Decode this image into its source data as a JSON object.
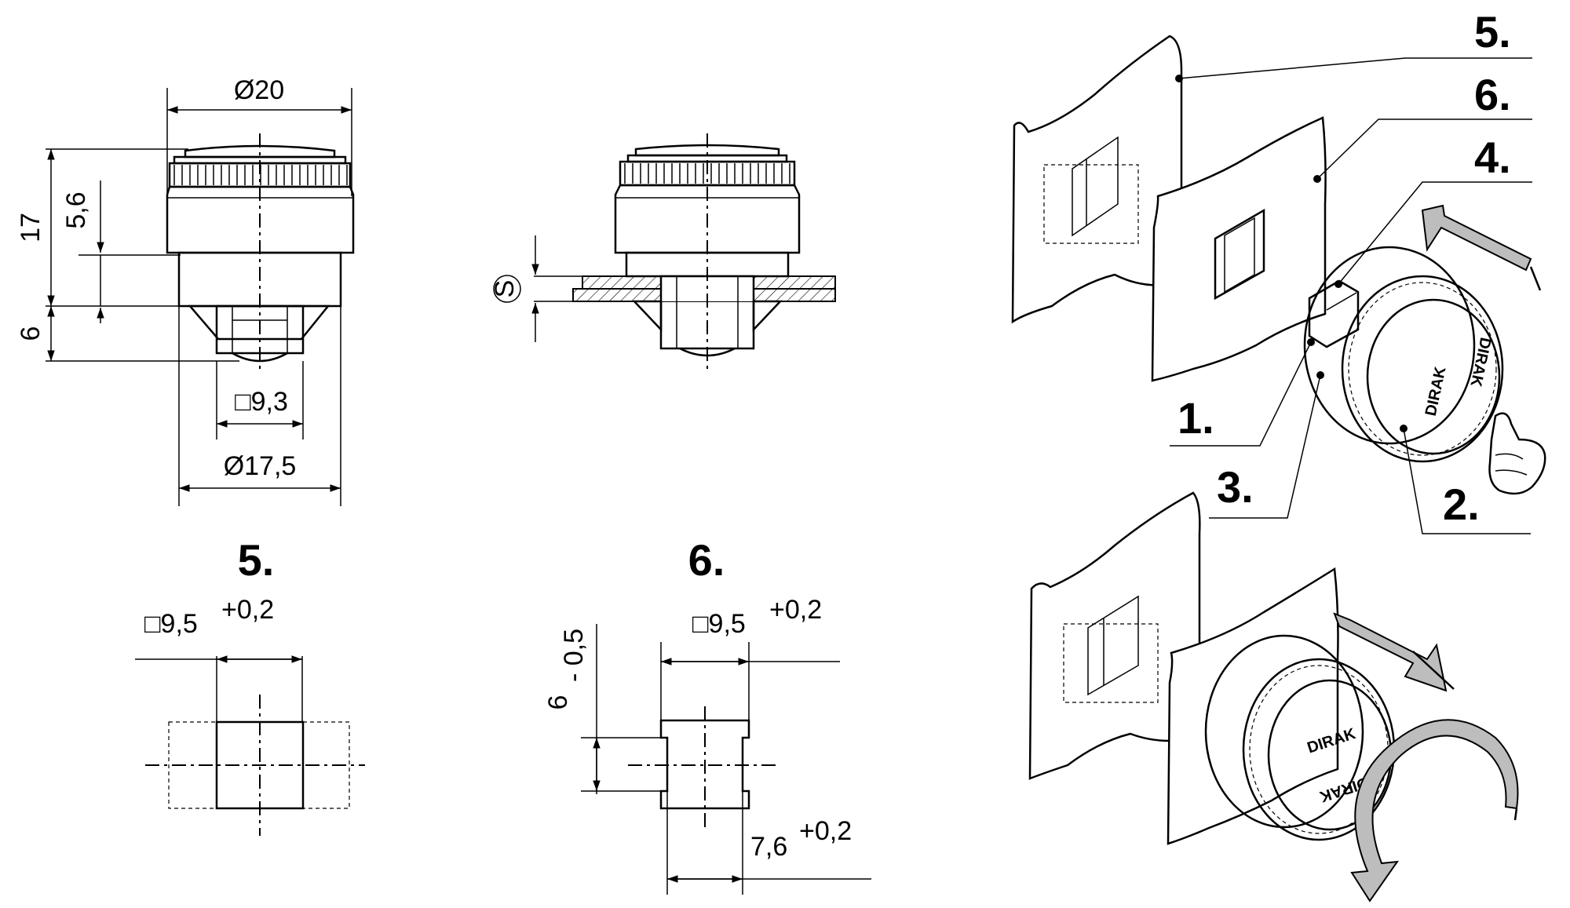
{
  "side_view": {
    "dim_diameter_top": "Ø20",
    "dim_height_total": "17",
    "dim_height_upper": "5,6",
    "dim_height_lower": "6",
    "dim_square": "□9,3",
    "dim_diameter_bottom": "Ø17,5"
  },
  "section_view": {
    "dim_sheet": "S"
  },
  "cutout_5": {
    "label": "5.",
    "dim_square": "□9,5",
    "dim_tolerance": "+0,2"
  },
  "cutout_6": {
    "label": "6.",
    "dim_square": "□9,5",
    "dim_tolerance": "+0,2",
    "dim_height": "6",
    "dim_height_tolerance": "- 0,5",
    "dim_width": "7,6",
    "dim_width_tolerance": "+0,2"
  },
  "assembly": {
    "callout_5": "5.",
    "callout_6": "6.",
    "callout_4": "4.",
    "callout_1": "1.",
    "callout_3": "3.",
    "callout_2": "2.",
    "brand_logo": "DIRAK"
  }
}
